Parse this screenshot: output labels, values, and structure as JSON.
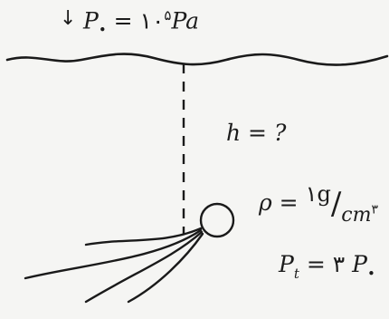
{
  "labels": {
    "surface_pressure": {
      "symbol": "P",
      "sub": "•",
      "eq": "=",
      "value": "۱۰",
      "exp": "۵",
      "unit": "Pa"
    },
    "depth": "h = ?",
    "density": {
      "symbol": "ρ",
      "eq": "=",
      "numerator": "۱g",
      "slash": "/",
      "denominator": "cm",
      "denominator_exp": "۳"
    },
    "bubble_pressure": {
      "symbol": "P",
      "sub": "t",
      "eq": "=",
      "factor": "۳",
      "ref_symbol": "P",
      "ref_sub": "•"
    }
  },
  "icons": {
    "arrow": "down-arrow-icon"
  }
}
